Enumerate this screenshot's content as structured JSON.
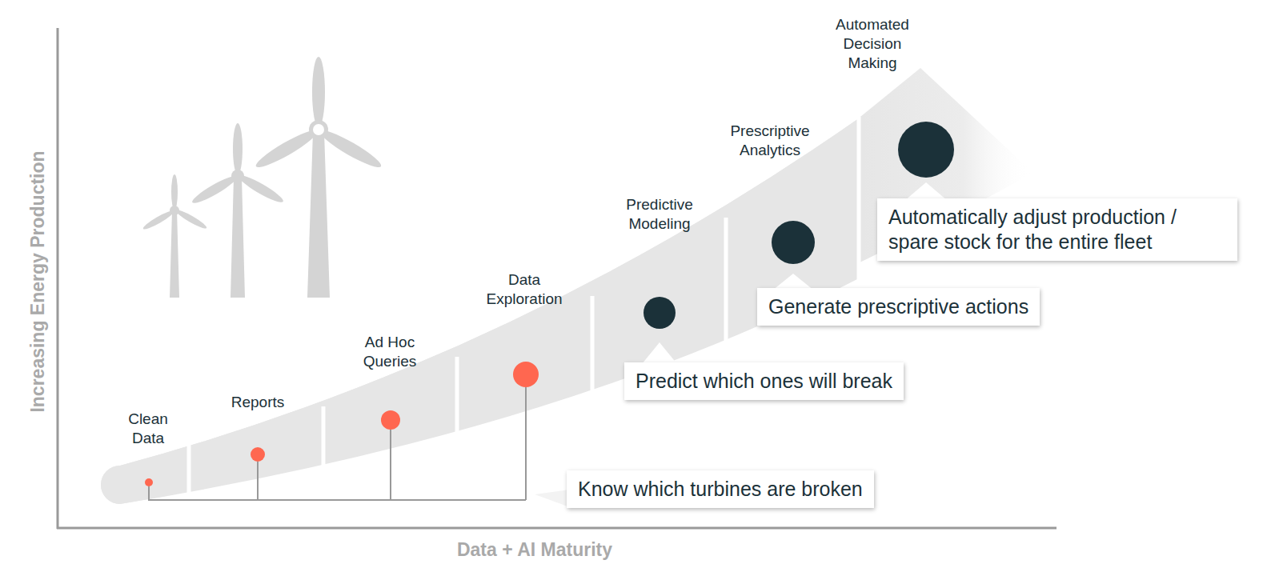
{
  "diagram": {
    "nodes": [
      {
        "text": [
          "Know which turbines are broken"
        ]
      },
      {
        "text": [
          "Predict which ones will break"
        ]
      },
      {
        "text": [
          "Generate prescriptive actions"
        ]
      },
      {
        "text": [
          "Automatically adjust production / spare stock for the entire fleet"
        ]
      }
    ],
    "labels": [
      "Clean Data",
      "Reports",
      "Ad Hoc Queries",
      "Data Exploration",
      "Predictive Modeling",
      "Prescriptive Analytics",
      "Automated Decision Making",
      "Increasing Energy Production",
      "Data + AI Maturity"
    ]
  }
}
